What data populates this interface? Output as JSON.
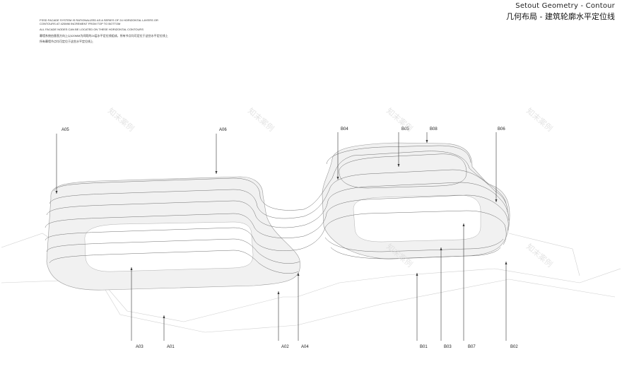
{
  "title": {
    "en": "Setout Geometry - Contour",
    "zh": "几何布局 - 建筑轮廓水平定位线"
  },
  "notes": [
    "FSSD FACADE SYSTEM IS RATIONALIZED AS A SERIES OF 24 HORIZONTAL LAYERS OR CONTOURS AT 420mm INCREMENT FROM TOP TO BOTTOM",
    "ALL FACADE NODES CAN BE LOCATED ON THESE HORIZONTAL CONTOURS",
    "幕墙系统由垂直方向上以420mm为间距的24层水平定位线组成，所有节点均可定位于这些水平定位线上",
    "所有幕墙节点均可定位于这些水平定位线上"
  ],
  "labels": {
    "A05": "A05",
    "A06": "A06",
    "B04": "B04",
    "B05": "B05",
    "B08": "B08",
    "B06": "B06",
    "A03": "A03",
    "A01": "A01",
    "A02": "A02",
    "A04": "A04",
    "B01": "B01",
    "B03": "B03",
    "B07": "B07",
    "B02": "B02"
  },
  "watermark": "知末案例",
  "colors": {
    "line": "#6e6e6e",
    "fill": "#f0f0f0",
    "leader": "#333333"
  }
}
